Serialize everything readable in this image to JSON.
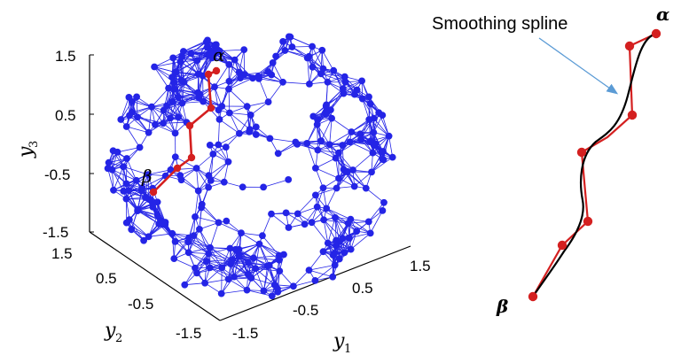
{
  "left_plot": {
    "y3_ticks": [
      "1.5",
      "0.5",
      "-0.5",
      "-1.5"
    ],
    "y2_ticks": [
      "1.5",
      "0.5",
      "-0.5",
      "-1.5"
    ],
    "y1_ticks": [
      "-1.5",
      "-0.5",
      "0.5",
      "1.5"
    ],
    "y3_label": "y",
    "y3_sub": "3",
    "y2_label": "y",
    "y2_sub": "2",
    "y1_label": "y",
    "y1_sub": "1",
    "alpha_label": "α",
    "beta_label": "β",
    "colors": {
      "graph": "#2424e6",
      "path": "#d42020"
    }
  },
  "right_plot": {
    "callout": "Smoothing spline",
    "alpha_label": "α",
    "beta_label": "β",
    "colors": {
      "path": "#d42020",
      "spline": "#000000",
      "arrow": "#5b9bd5"
    }
  }
}
